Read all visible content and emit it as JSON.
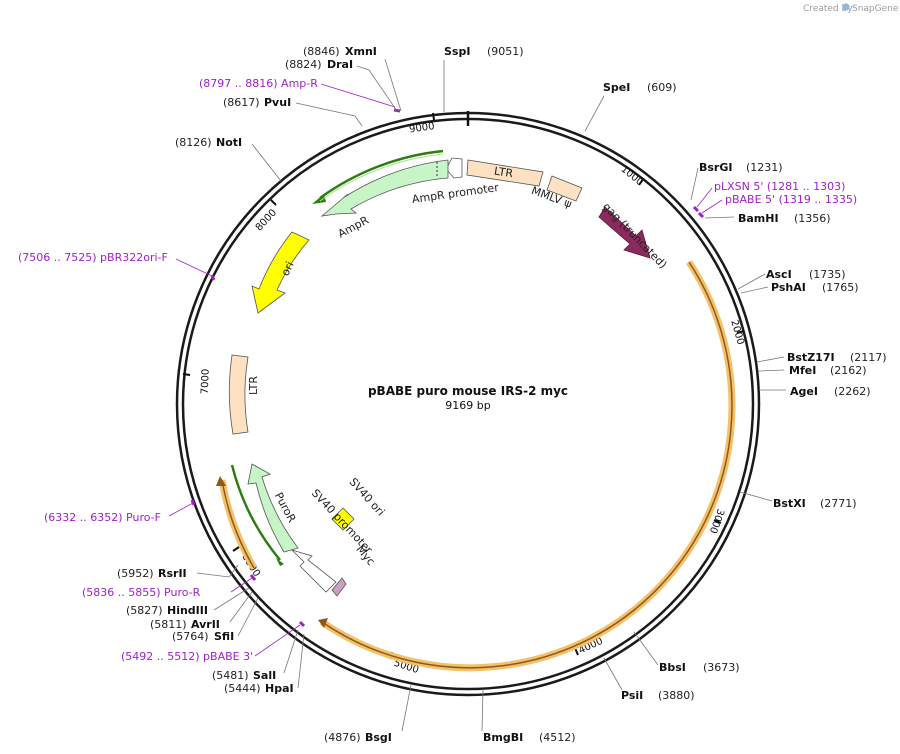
{
  "credit": {
    "prefix": "Created by",
    "brand": "SnapGene"
  },
  "plasmid": {
    "name": "pBABE puro mouse IRS-2 myc",
    "length_label": "9169 bp"
  },
  "ticks": [
    "1000",
    "2000",
    "3000",
    "4000",
    "5000",
    "6000",
    "7000",
    "8000",
    "9000"
  ],
  "sites": [
    {
      "pos": "(8846)",
      "name": "XmnI"
    },
    {
      "pos": "(9051)",
      "name": "SspI"
    },
    {
      "pos": "(8824)",
      "name": "DraI"
    },
    {
      "pos": "(609)",
      "name": "SpeI"
    },
    {
      "pos": "(8617)",
      "name": "PvuI"
    },
    {
      "pos": "(8126)",
      "name": "NotI"
    },
    {
      "pos": "(1231)",
      "name": "BsrGI"
    },
    {
      "pos": "(1356)",
      "name": "BamHI"
    },
    {
      "pos": "(1735)",
      "name": "AscI"
    },
    {
      "pos": "(1765)",
      "name": "PshAI"
    },
    {
      "pos": "(2117)",
      "name": "BstZ17I"
    },
    {
      "pos": "(2162)",
      "name": "MfeI"
    },
    {
      "pos": "(2262)",
      "name": "AgeI"
    },
    {
      "pos": "(2771)",
      "name": "BstXI"
    },
    {
      "pos": "(3673)",
      "name": "BbsI"
    },
    {
      "pos": "(3880)",
      "name": "PsiI"
    },
    {
      "pos": "(4512)",
      "name": "BmgBI"
    },
    {
      "pos": "(4876)",
      "name": "BsgI"
    },
    {
      "pos": "(5952)",
      "name": "RsrII"
    },
    {
      "pos": "(5827)",
      "name": "HindIII"
    },
    {
      "pos": "(5811)",
      "name": "AvrII"
    },
    {
      "pos": "(5764)",
      "name": "SfiI"
    },
    {
      "pos": "(5481)",
      "name": "SalI"
    },
    {
      "pos": "(5444)",
      "name": "HpaI"
    }
  ],
  "primers": [
    {
      "text": "(8797 .. 8816)  Amp-R"
    },
    {
      "text": "pLXSN 5'     (1281 .. 1303)"
    },
    {
      "text": "pBABE 5'     (1319 .. 1335)"
    },
    {
      "text": "(7506 .. 7525)  pBR322ori-F"
    },
    {
      "text": "(6332 .. 6352)  Puro-F"
    },
    {
      "text": "(5836 .. 5855)  Puro-R"
    },
    {
      "text": "(5492 .. 5512)  pBABE 3'"
    }
  ],
  "features": {
    "ltr_top": "LTR",
    "mmlv": "MMLV ψ",
    "gag": "gag (truncated)",
    "ampr_promoter": "AmpR promoter",
    "ampr": "AmpR",
    "ori": "ori",
    "ltr_left": "LTR",
    "sv40_ori": "SV40 ori",
    "puror": "PuroR",
    "sv40_promoter": "SV40 promoter",
    "myc": "Myc"
  },
  "colors": {
    "backbone": "#1a1a1a",
    "primer": "#a020c8",
    "ltr": "#fde1c2",
    "ampr": "#c8f5c8",
    "ori": "#ffff00",
    "gag": "#8b2a5e",
    "orf_outline": "#f5c06a",
    "orf_core": "#8a5a1a",
    "myc": "#c9a0c0"
  }
}
